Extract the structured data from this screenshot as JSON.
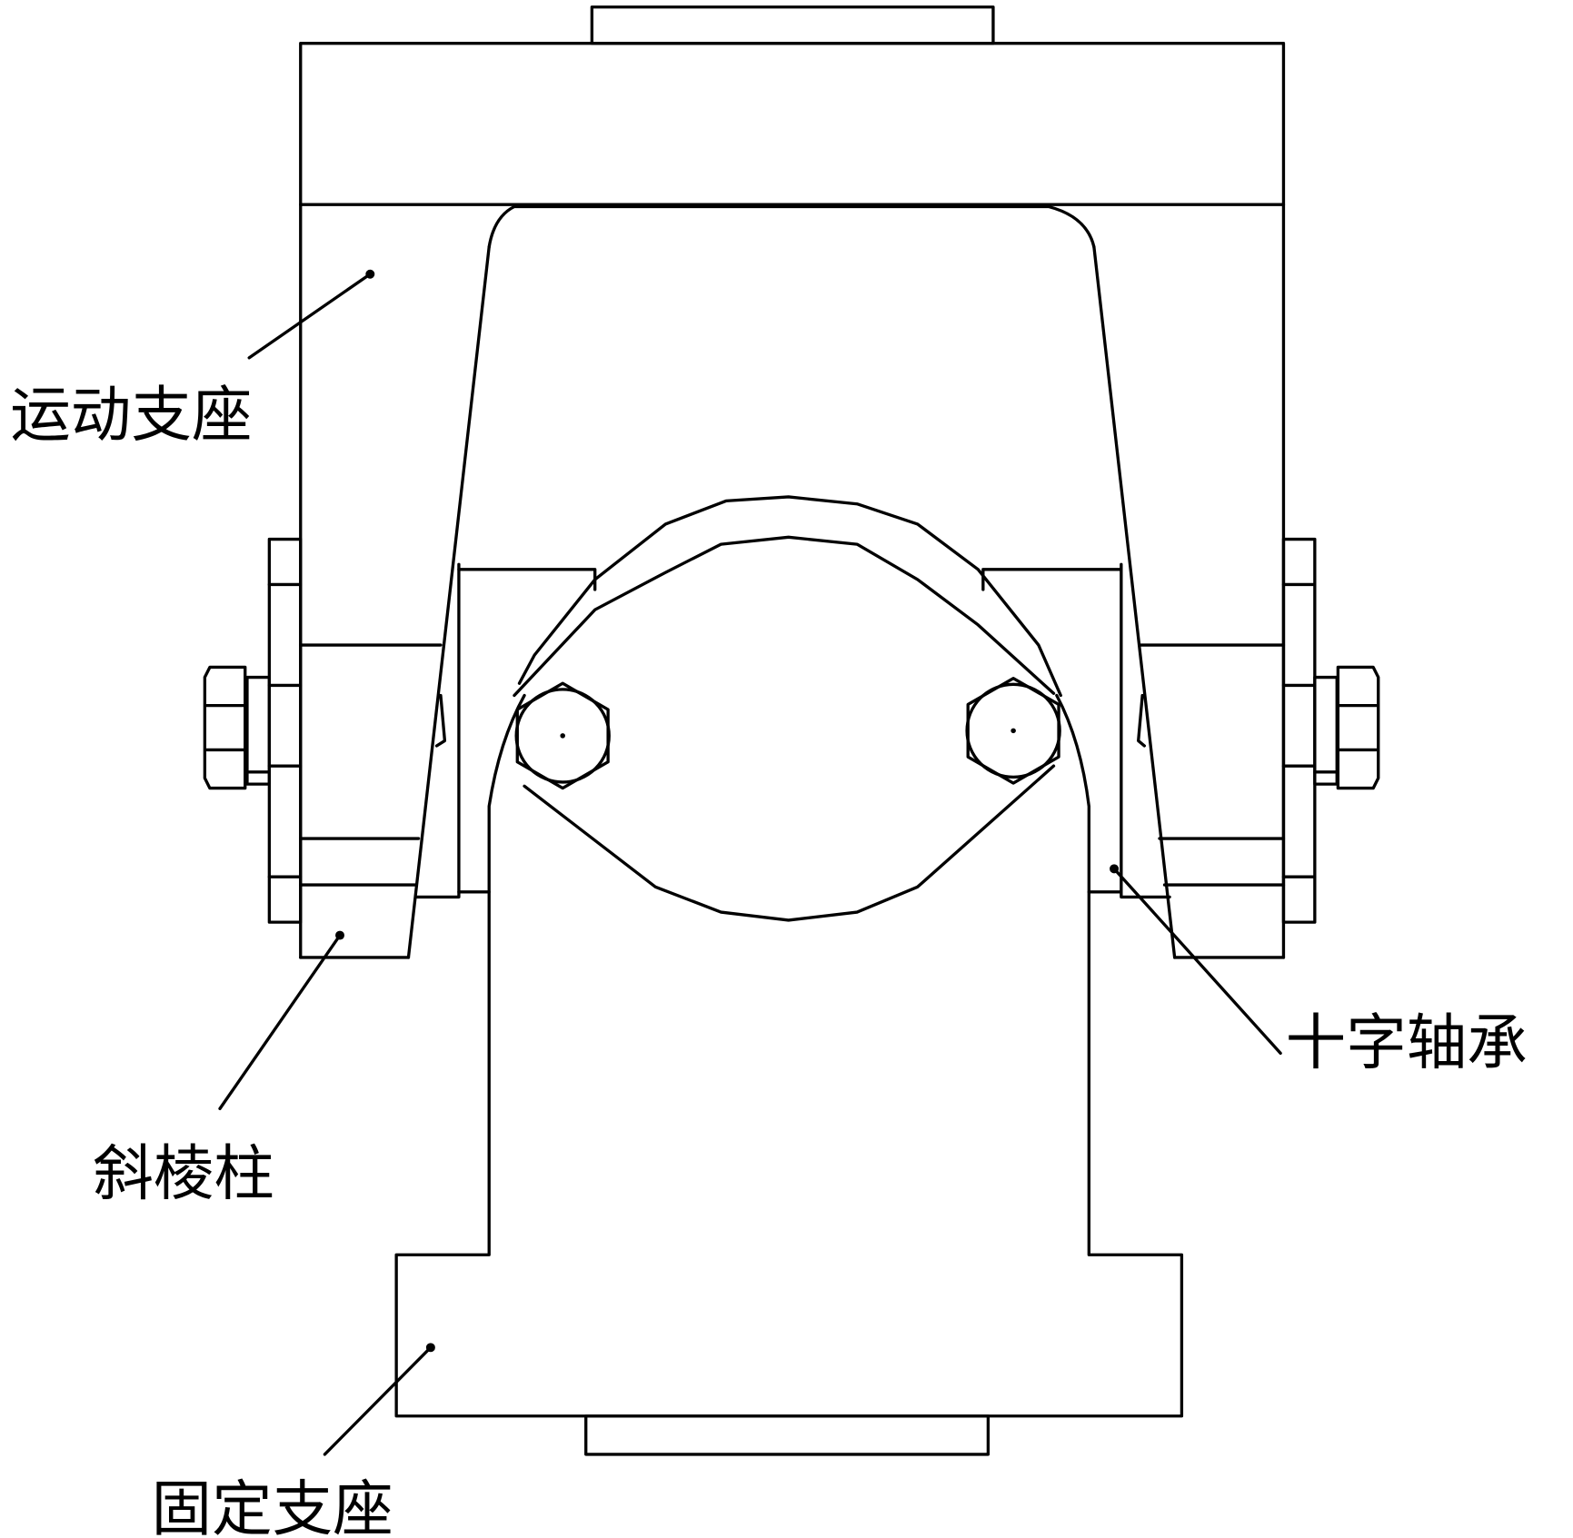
{
  "labels": {
    "moving_support": "运动支座",
    "inclined_prism": "斜棱柱",
    "cross_bearing": "十字轴承",
    "fixed_support": "固定支座"
  },
  "colors": {
    "stroke": "#000000",
    "background": "#ffffff"
  }
}
